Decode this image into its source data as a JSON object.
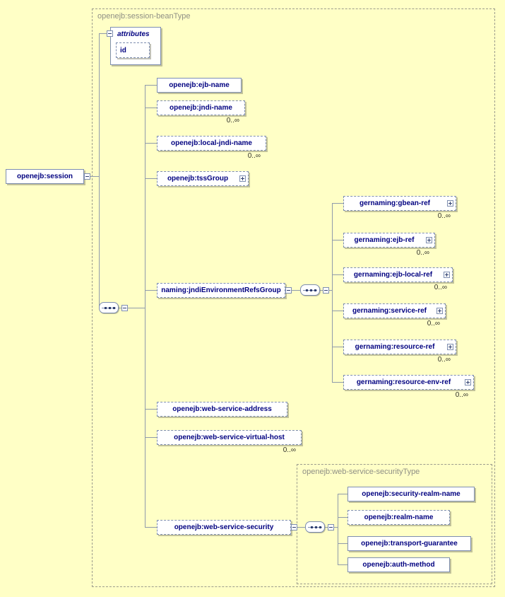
{
  "diagram": {
    "root": {
      "label": "openejb:session"
    },
    "bean_type": {
      "label": "openejb:session-beanType"
    },
    "attributes": {
      "label": "attributes",
      "id": {
        "label": "id"
      }
    },
    "children": [
      {
        "label": "openejb:ejb-name"
      },
      {
        "label": "openejb:jndi-name",
        "cardinality": "0..∞"
      },
      {
        "label": "openejb:local-jndi-name",
        "cardinality": "0..∞"
      },
      {
        "label": "openejb:tssGroup"
      },
      {
        "label": "naming:jndiEnvironmentRefsGroup"
      },
      {
        "label": "openejb:web-service-address"
      },
      {
        "label": "openejb:web-service-virtual-host",
        "cardinality": "0..∞"
      },
      {
        "label": "openejb:web-service-security"
      }
    ],
    "jndi_env_refs_children": [
      {
        "label": "gernaming:gbean-ref",
        "cardinality": "0..∞"
      },
      {
        "label": "gernaming:ejb-ref",
        "cardinality": "0..∞"
      },
      {
        "label": "gernaming:ejb-local-ref",
        "cardinality": "0..∞"
      },
      {
        "label": "gernaming:service-ref",
        "cardinality": "0..∞"
      },
      {
        "label": "gernaming:resource-ref",
        "cardinality": "0..∞"
      },
      {
        "label": "gernaming:resource-env-ref",
        "cardinality": "0..∞"
      }
    ],
    "security_type": {
      "label": "openejb:web-service-securityType"
    },
    "security_children": [
      {
        "label": "openejb:security-realm-name"
      },
      {
        "label": "openejb:realm-name"
      },
      {
        "label": "openejb:transport-guarantee"
      },
      {
        "label": "openejb:auth-method"
      }
    ],
    "icons": {
      "collapse_toggle": "−",
      "expand_toggle": "+",
      "sequence_compositor": "⋯"
    },
    "colors": {
      "background": "#FFFFC6",
      "element_text": "#000080",
      "frame_label": "#8F8F85"
    }
  }
}
